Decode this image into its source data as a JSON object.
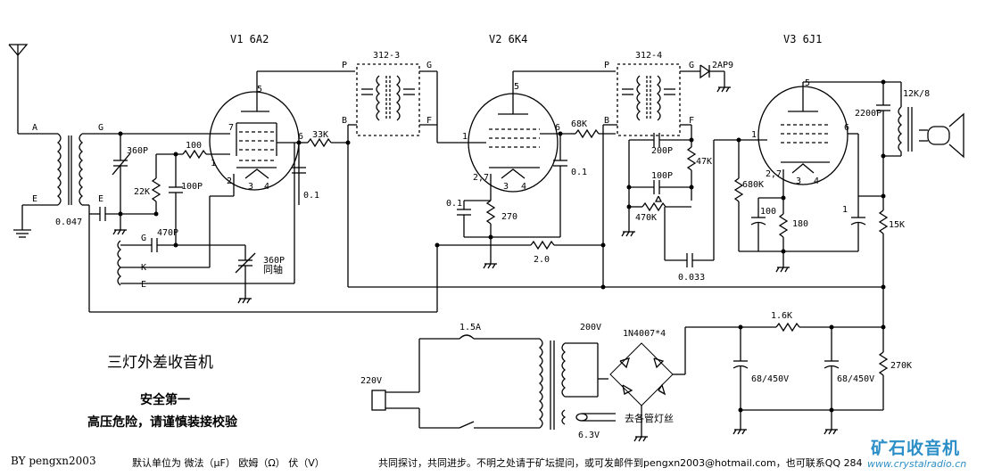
{
  "title": "三灯外差收音机",
  "safety": {
    "line1": "安全第一",
    "line2": "高压危险，请谨慎装接校验"
  },
  "footer": {
    "author": "BY pengxn2003",
    "units": "默认单位为 微法（μF） 欧姆（Ω） 伏（V）",
    "note": "共同探讨，共同进步。不明之处请于矿坛提问，或可发邮件到pengxn2003@hotmail.com，也可联系QQ 284"
  },
  "brand": {
    "logo": "矿石收音机",
    "url": "www.crystalradio.cn"
  },
  "colors": {
    "brand": "#2d8fc7",
    "ink": "#000000"
  },
  "tubes": {
    "v1": "V1 6A2",
    "v2": "V2 6K4",
    "v3": "V3 6J1"
  },
  "transformers": {
    "if1": "312-3",
    "if2": "312-4",
    "output": "12K/8"
  },
  "pins": {
    "v1_p5": "5",
    "v1_g7": "7",
    "v1_g1": "1",
    "v1_k2": "2",
    "v1_h3": "3",
    "v1_h4": "4",
    "v1_g6": "6",
    "v2_p5": "5",
    "v2_g1": "1",
    "v2_k27": "2,7",
    "v2_h3": "3",
    "v2_h4": "4",
    "v2_g6": "6",
    "v3_p5": "5",
    "v3_g1": "1",
    "v3_k27": "2,7",
    "v3_h3": "3",
    "v3_h4": "4",
    "v3_g6": "6",
    "v3_c1": "1"
  },
  "terminals": {
    "ant_a": "A",
    "ant_g": "G",
    "ant_e1": "E",
    "ant_e2": "E",
    "osc_g": "G",
    "osc_k": "K",
    "osc_e": "E",
    "if1_p": "P",
    "if1_g": "G",
    "if1_b": "B",
    "if1_f": "F",
    "if2_p": "P",
    "if2_g": "G",
    "if2_b": "B",
    "if2_f": "F"
  },
  "components": {
    "c360": "360P",
    "r100": "100",
    "r22k": "22K",
    "c100p": "100P",
    "c0047": "0.047",
    "c470p": "470P",
    "c360_osc": "360P",
    "coaxial": "同轴",
    "r33k": "33K",
    "c01_v1": "0.1",
    "r68k": "68K",
    "c01_v2": "0.1",
    "c01_v2k": "0.1",
    "r270": "270",
    "r2": "2.0",
    "diode": "2AP9",
    "c200p": "200P",
    "r47k": "47K",
    "c100p_det": "100P",
    "pot470k": "470K",
    "c0033": "0.033",
    "r680k": "680K",
    "c100_v3": "100",
    "r180": "180",
    "c2200p": "2200P",
    "r15k": "15K",
    "fuse": "1.5A",
    "mains": "220V",
    "sec200": "200V",
    "bridge": "1N4007*4",
    "r16k": "1.6K",
    "cap1": "68/450V",
    "cap2": "68/450V",
    "r270k": "270K",
    "heater": "6.3V",
    "heater_note": "去各管灯丝"
  }
}
